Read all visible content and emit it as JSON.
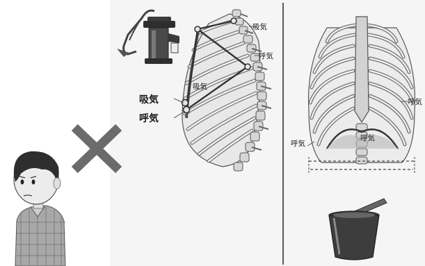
{
  "side_view": {
    "inhale_top": "吸気",
    "exhale_top": "呼気",
    "inhale_mid": "吸気",
    "inhale_left": "吸気",
    "exhale_left": "呼気"
  },
  "front_view": {
    "exhale_right": "呼気",
    "exhale_left": "呼気",
    "exhale_center": "呼気"
  },
  "icons": [
    "person-icon",
    "cross-mark-icon",
    "hand-pump-icon",
    "rib-cage-side-icon",
    "rib-cage-front-icon",
    "bucket-icon"
  ],
  "colors": {
    "cross": "#6b6b6b",
    "bone": "#dcdcdc",
    "bone_stroke": "#555555",
    "panel_bg": "#f4f4f4",
    "divider": "#333333"
  }
}
